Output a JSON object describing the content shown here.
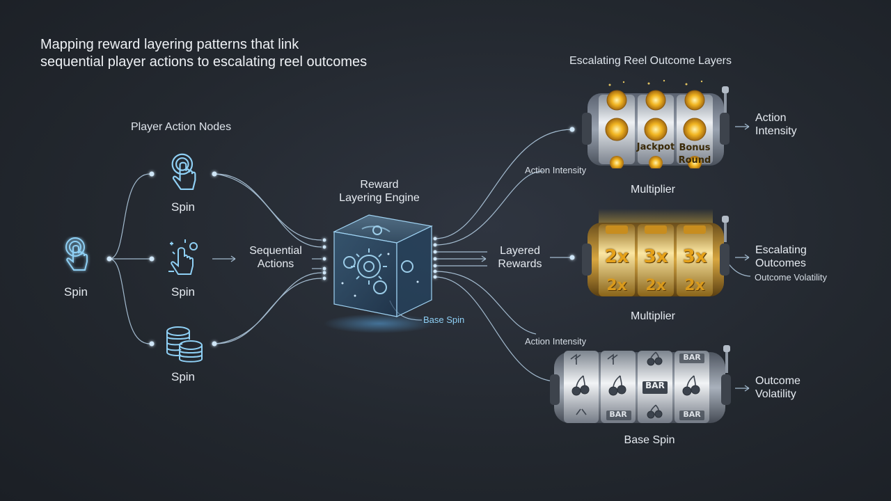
{
  "title_line1": "Mapping reward layering patterns that link",
  "title_line2": "sequential player actions to escalating reel outcomes",
  "player_nodes": {
    "heading": "Player Action Nodes",
    "start": {
      "label": "Spin",
      "icon": "hand-tap-icon"
    },
    "nodes": [
      {
        "label": "Spin",
        "icon": "hand-tap-icon"
      },
      {
        "label": "Spin",
        "icon": "hand-gesture-icon"
      },
      {
        "label": "Spin",
        "icon": "coin-stack-icon"
      }
    ]
  },
  "sequential_label_1": "Sequential",
  "sequential_label_2": "Actions",
  "engine": {
    "title_1": "Reward",
    "title_2": "Layering Engine",
    "base_label": "Base Spin",
    "icon": "gear-cube-icon"
  },
  "layered_label_1": "Layered",
  "layered_label_2": "Rewards",
  "wire_labels": {
    "top": "Action Intensity",
    "bottom": "Action Intensity"
  },
  "reels": {
    "heading": "Escalating Reel Outcome Layers",
    "top": {
      "caption": "Multiplier",
      "side_1": "Action",
      "side_2": "Intensity",
      "symbols": [
        "Jackpot",
        "Bonus",
        "Round"
      ]
    },
    "middle": {
      "caption": "Multiplier",
      "side_1": "Escalating",
      "side_2": "Outcomes",
      "side_small": "Outcome Volatility",
      "row1": [
        "2x",
        "3x",
        "3x"
      ],
      "row2": [
        "2x",
        "2x",
        "2x"
      ]
    },
    "bottom": {
      "caption": "Base Spin",
      "side_1": "Outcome",
      "side_2": "Volatility",
      "symbols": [
        "BAR",
        "BAR",
        "BAR",
        "BAR"
      ]
    }
  },
  "colors": {
    "accent_blue": "#7ec8f0",
    "gold": "#e8b93a",
    "silver": "#c9ced6",
    "background": "#23282f"
  }
}
